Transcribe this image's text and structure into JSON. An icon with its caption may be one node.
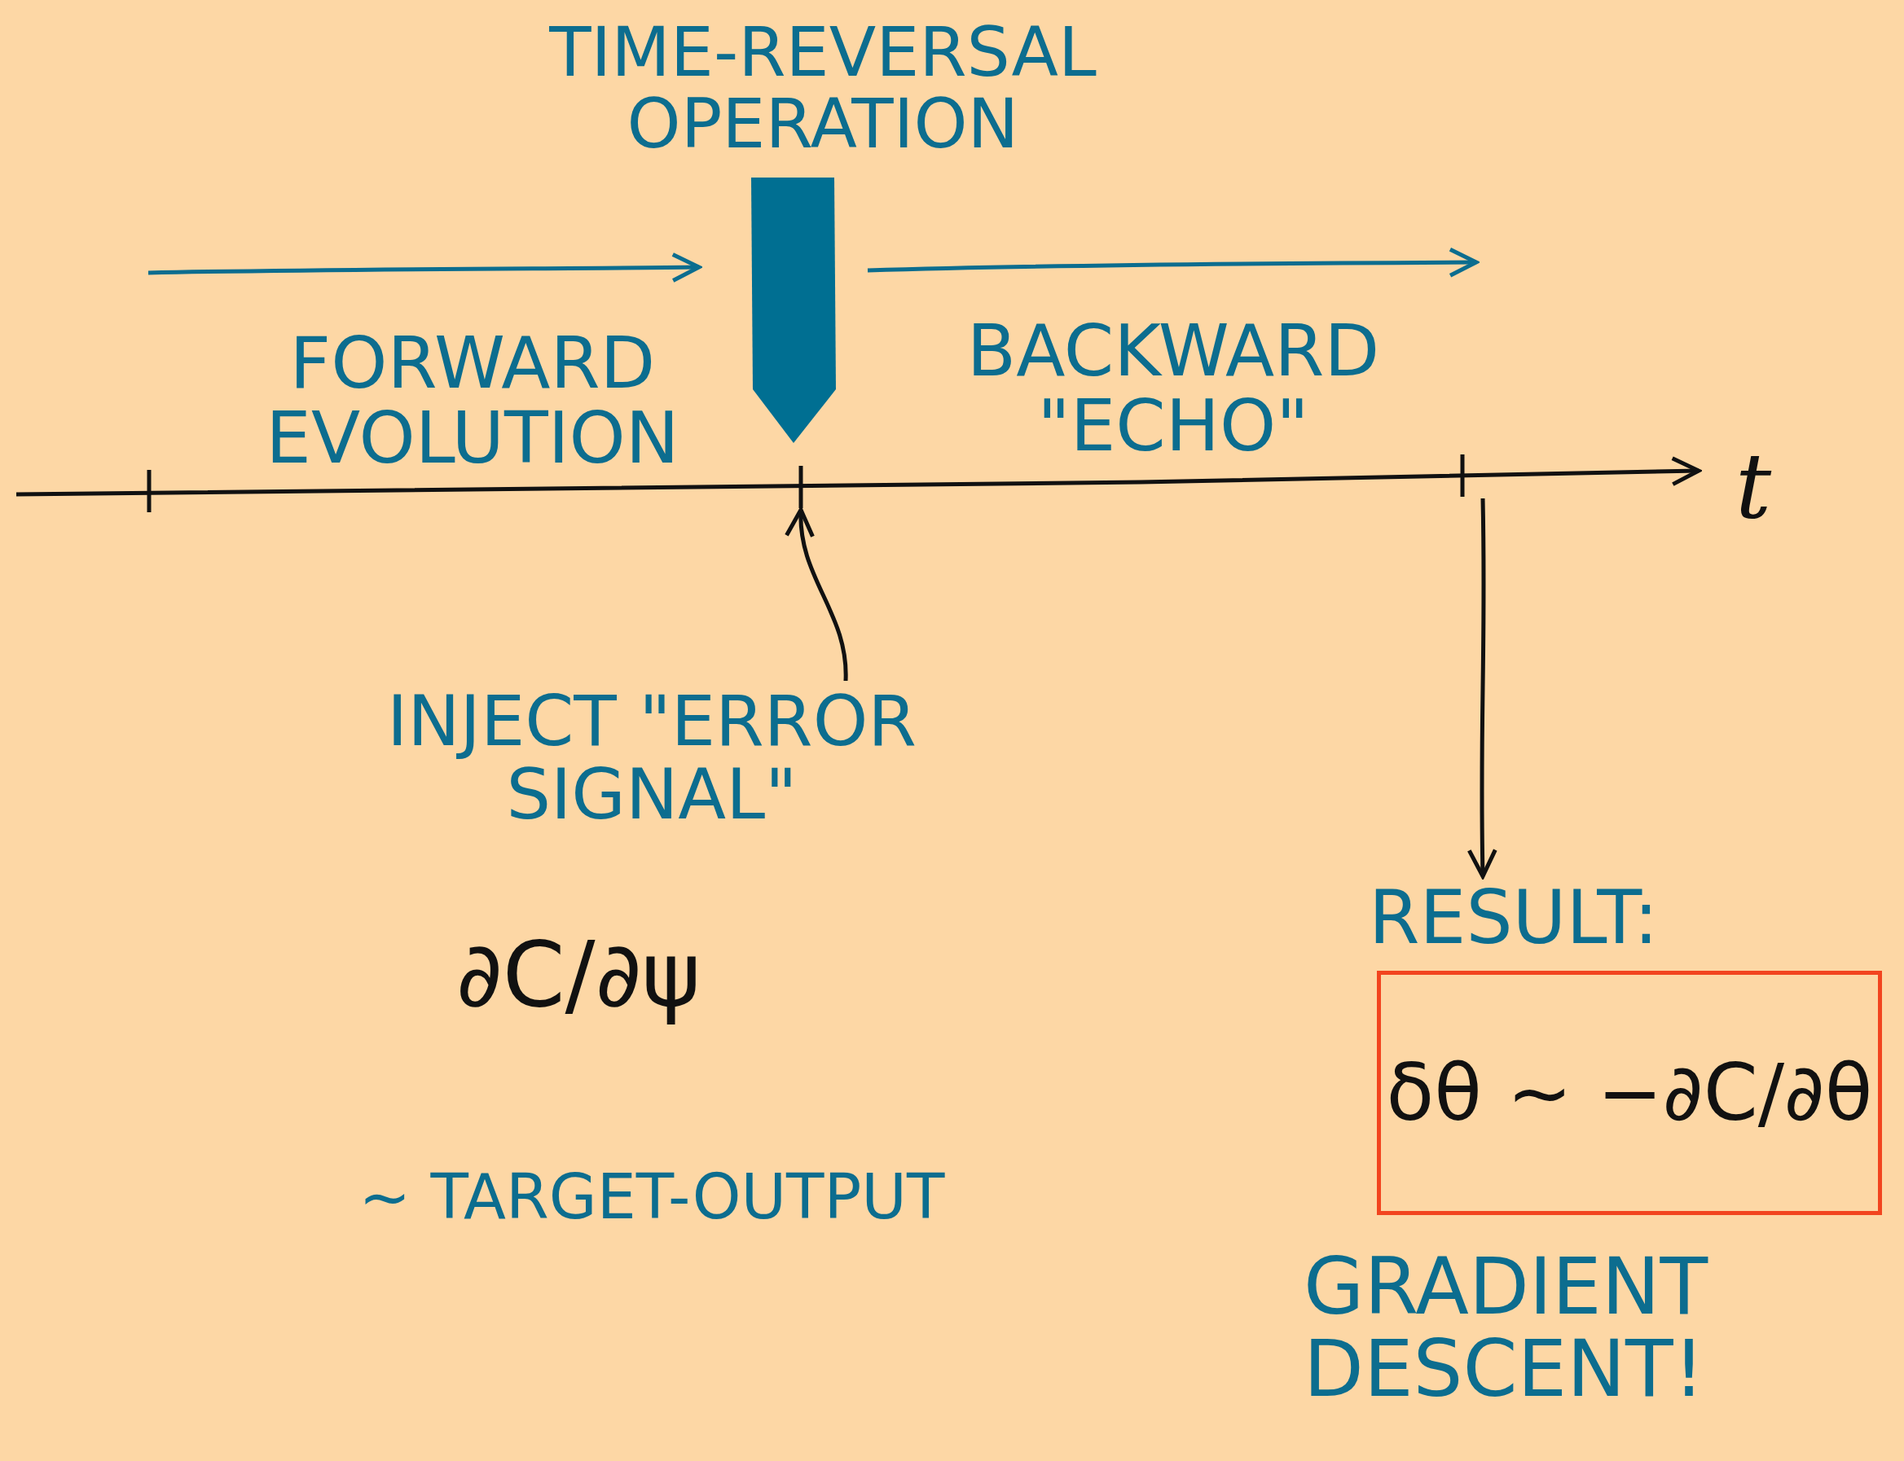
{
  "diagram": {
    "nodes": [
      {
        "text": [
          "TIME-REVERSAL OPERATION"
        ]
      },
      {
        "text": [
          "FORWARD EVOLUTION"
        ]
      },
      {
        "text": [
          "BACKWARD \"ECHO\""
        ]
      },
      {
        "text": [
          "INJECT \"ERROR SIGNAL\"",
          "∂C/∂ψ",
          "~ TARGET-OUTPUT"
        ]
      },
      {
        "text": [
          "RESULT:",
          "δθ ~ −∂C/∂θ"
        ],
        "beside": [
          "GRADIENT DESCENT!"
        ]
      },
      {
        "text": [],
        "shape": "tick"
      },
      {
        "text": [],
        "shape": "tick"
      },
      {
        "text": [],
        "shape": "tick"
      }
    ],
    "edges": [
      {
        "from": 3,
        "to": 6,
        "arrow": "to"
      },
      {
        "from": 7,
        "to": 4,
        "arrow": "to"
      }
    ],
    "labels": [
      "t"
    ]
  }
}
